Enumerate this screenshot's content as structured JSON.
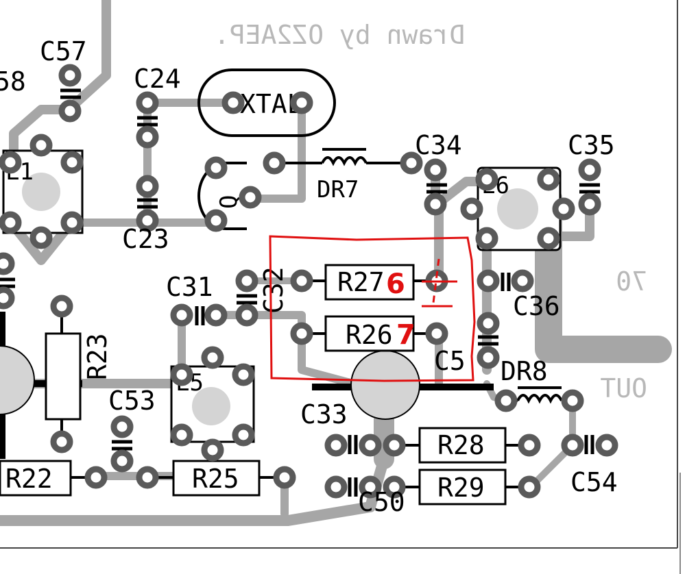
{
  "drawn_by": "Drawn by OZ2AEP.",
  "labels": {
    "c57": "C57",
    "c58": "58",
    "c24": "C24",
    "xtal": "XTAL",
    "c34": "C34",
    "c35": "C35",
    "l1": "L1",
    "q": "Q",
    "dr7": "DR7",
    "l6": "L6",
    "c23": "C23",
    "c32": "C32",
    "r27": "R27",
    "r26": "R26",
    "c31": "C31",
    "c36": "C36",
    "r23": "R23",
    "c5": "C5",
    "dr8": "DR8",
    "l5": "L5",
    "c53": "C53",
    "c33": "C33",
    "r28": "R28",
    "r22": "R22",
    "r25": "R25",
    "r29": "R29",
    "c54": "C54",
    "c50": "C50",
    "o7": "70",
    "out": "OUT"
  },
  "annotations": {
    "mark6": "6",
    "mark7": "7",
    "color": "#e01010"
  },
  "colors": {
    "trace": "#a6a6a6",
    "pad_ring": "#5a5a5a",
    "silkscreen": "#000000",
    "ground_grey": "#b8b8b8"
  }
}
